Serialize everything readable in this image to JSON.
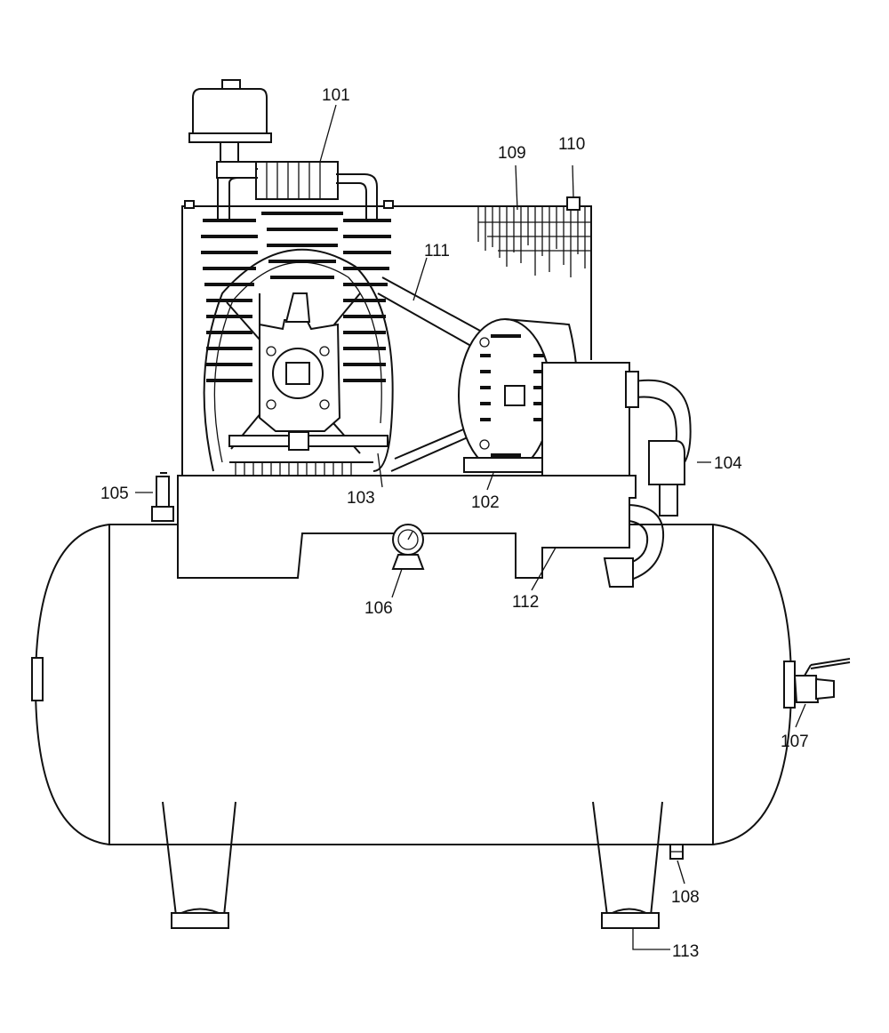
{
  "diagram": {
    "callouts": [
      {
        "id": "101",
        "text": "101"
      },
      {
        "id": "102",
        "text": "102"
      },
      {
        "id": "103",
        "text": "103"
      },
      {
        "id": "104",
        "text": "104"
      },
      {
        "id": "105",
        "text": "105"
      },
      {
        "id": "106",
        "text": "106"
      },
      {
        "id": "107",
        "text": "107"
      },
      {
        "id": "108",
        "text": "108"
      },
      {
        "id": "109",
        "text": "109"
      },
      {
        "id": "110",
        "text": "110"
      },
      {
        "id": "111",
        "text": "111"
      },
      {
        "id": "112",
        "text": "112"
      },
      {
        "id": "113",
        "text": "113"
      }
    ]
  }
}
